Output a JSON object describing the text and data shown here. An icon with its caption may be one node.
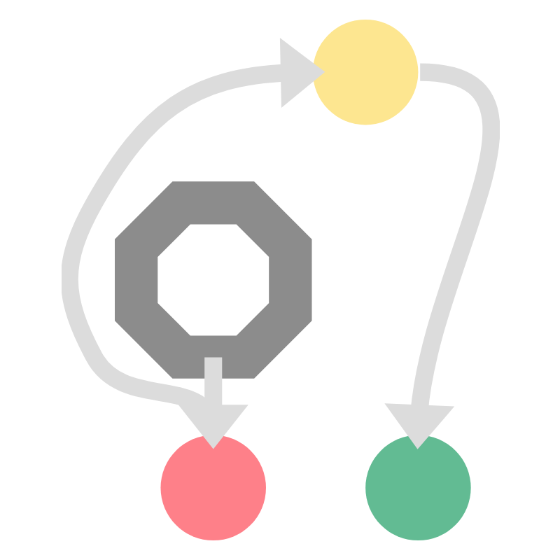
{
  "diagram": {
    "nodes": [
      {
        "text": [],
        "shape": "circle"
      },
      {
        "text": [],
        "shape": "circle"
      },
      {
        "text": [],
        "shape": "circle"
      },
      {
        "text": [],
        "shape": "gear"
      }
    ],
    "edges": [
      {
        "from": 0,
        "to": 1,
        "arrow": "to"
      },
      {
        "from": 3,
        "to": 2,
        "arrow": "to"
      },
      {
        "from": 2,
        "to": 0,
        "arrow": "to"
      }
    ]
  }
}
